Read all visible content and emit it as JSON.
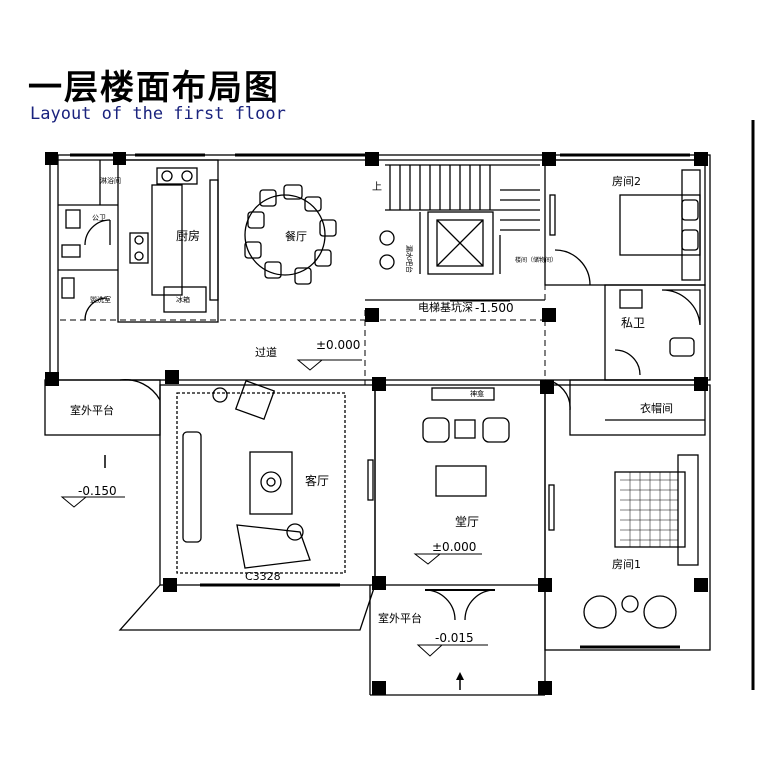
{
  "title": "一层楼面布局图",
  "subtitle": "Layout of the first floor",
  "rooms": {
    "bedroom2": "房间2",
    "private_bath": "私卫",
    "closet": "衣帽间",
    "bedroom1": "房间1",
    "kitchen": "厨房",
    "dining": "餐厅",
    "corridor": "过道",
    "living": "客厅",
    "hall": "堂厅",
    "outdoor_left": "室外平台",
    "outdoor_front": "室外平台",
    "public_wc": "公卫",
    "shower": "淋浴间",
    "laundry": "盥洗室",
    "elevator_pit": "电梯基坑深",
    "water_table": "漏水吧台",
    "fridge": "冰箱",
    "shrine": "神龛",
    "up_label": "上",
    "stair_note": "楼间（储物间）"
  },
  "levels": {
    "corridor": "±0.000",
    "hall": "±0.000",
    "left_platform": "-0.150",
    "front_platform": "-0.015",
    "elevator_pit": "-1.500"
  },
  "window_tag": "C3328",
  "colors": {
    "line": "#000000",
    "subtitle": "#1a237e"
  }
}
